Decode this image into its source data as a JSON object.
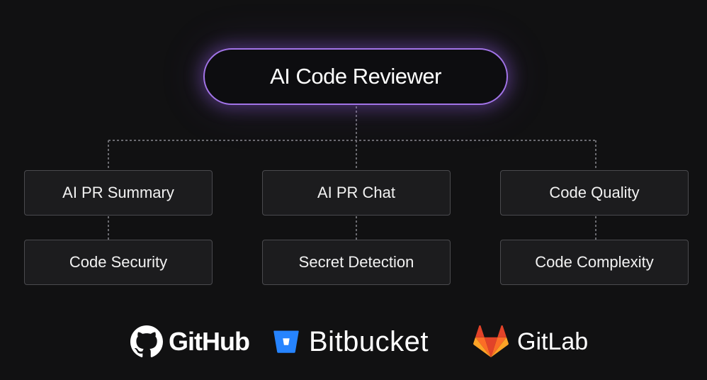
{
  "root": {
    "label": "AI Code Reviewer"
  },
  "columns": [
    {
      "top": "AI PR Summary",
      "bottom": "Code Security"
    },
    {
      "top": "AI PR Chat",
      "bottom": "Secret Detection"
    },
    {
      "top": "Code Quality",
      "bottom": "Code Complexity"
    }
  ],
  "platforms": [
    {
      "name": "GitHub",
      "icon": "github-icon"
    },
    {
      "name": "Bitbucket",
      "icon": "bitbucket-icon"
    },
    {
      "name": "GitLab",
      "icon": "gitlab-icon"
    }
  ],
  "colors": {
    "background": "#111112",
    "root_border": "#a274e8",
    "node_border": "#4a4a4e",
    "connector": "#6b6b70",
    "bitbucket_blue": "#2684ff",
    "gitlab_orange": "#fc6d26"
  }
}
